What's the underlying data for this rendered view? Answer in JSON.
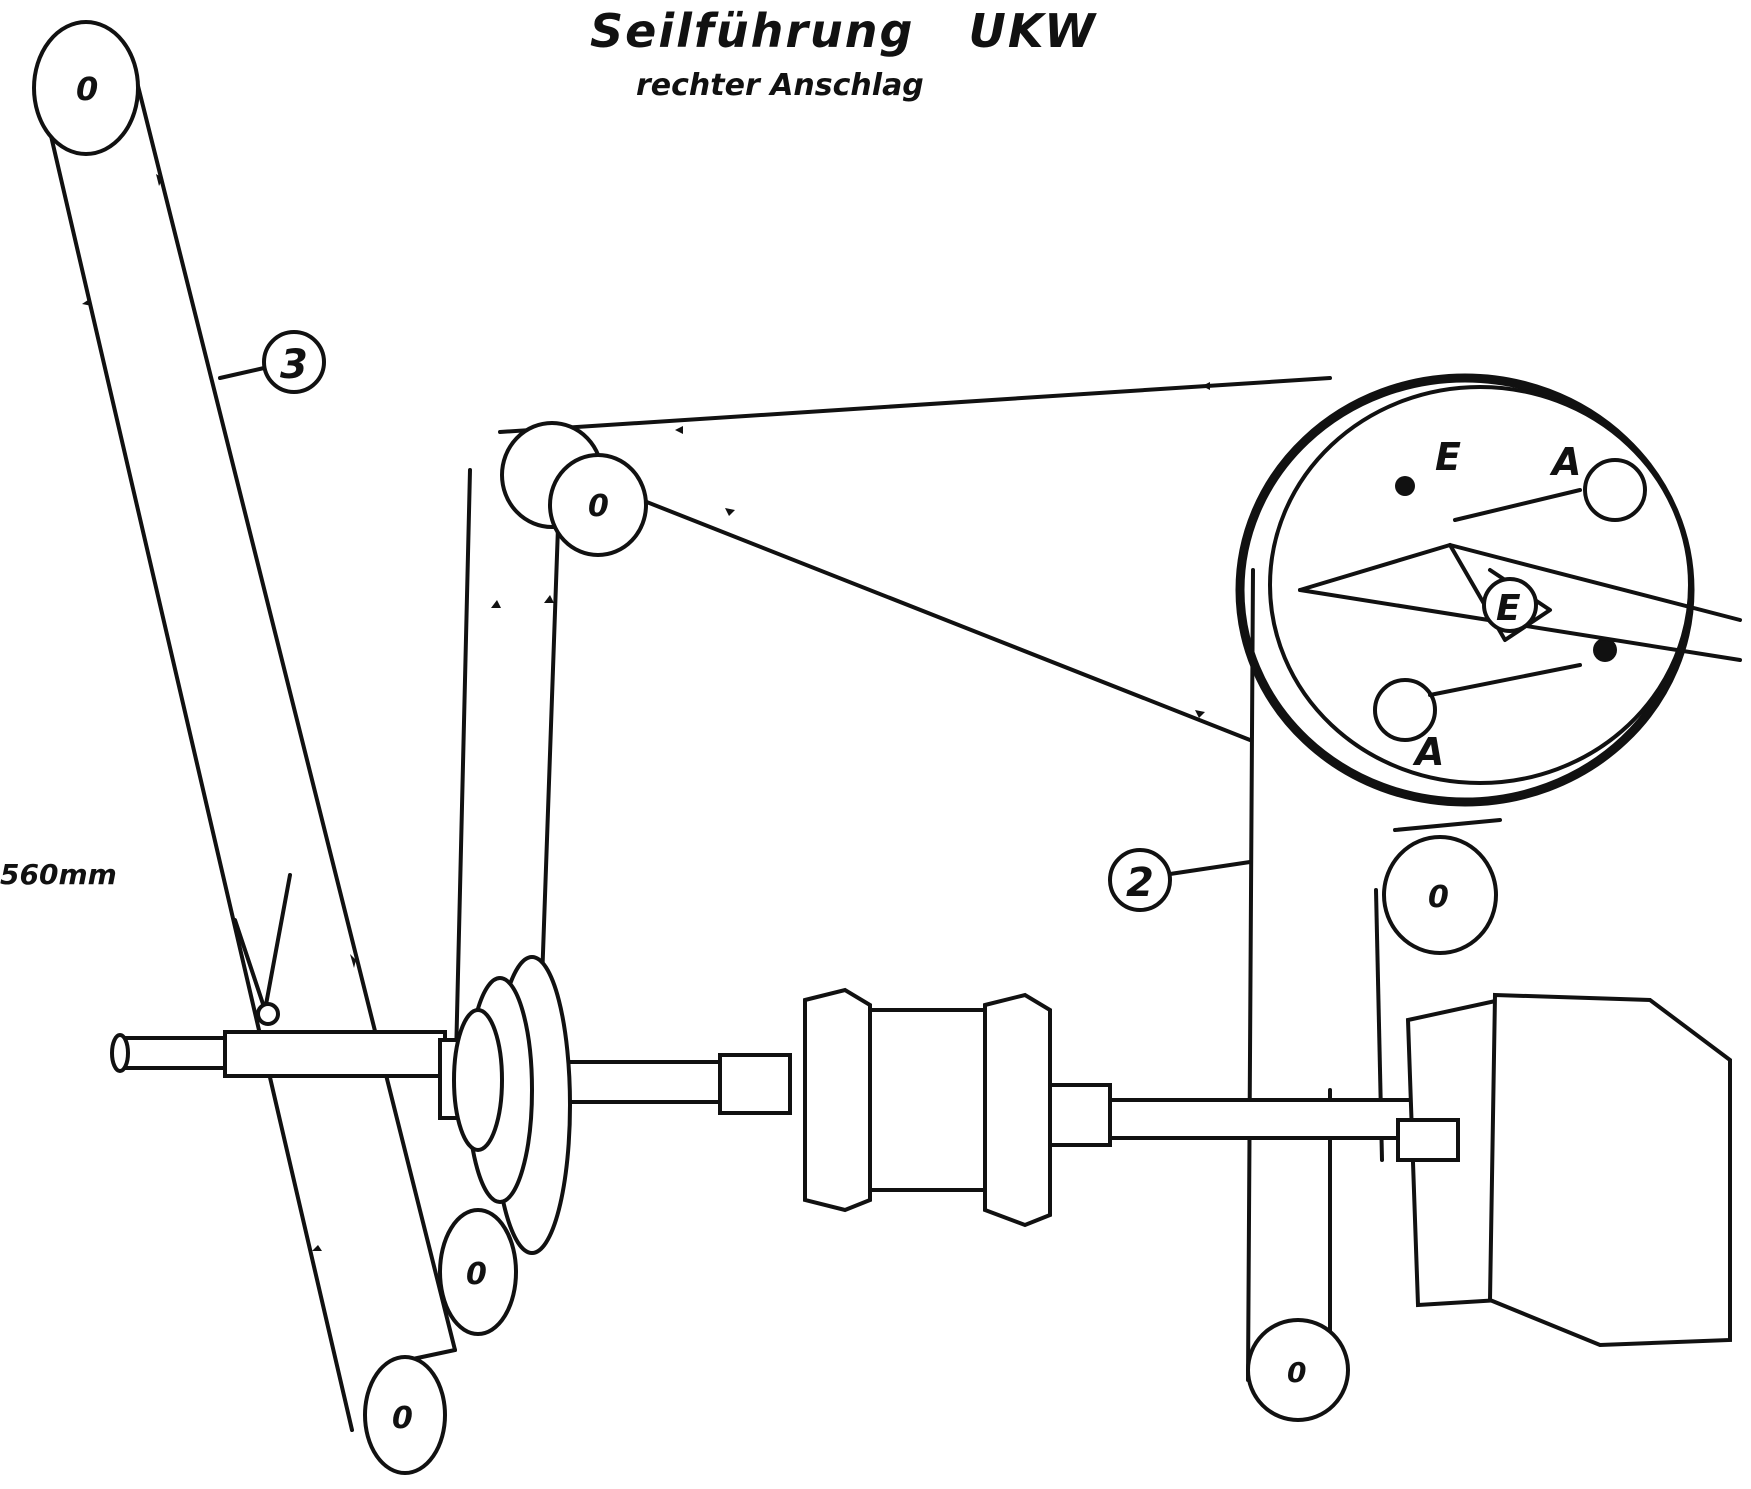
{
  "title": "Seilführung   UKW",
  "subtitle": "rechter Anschlag",
  "length_label": "560mm",
  "callouts": {
    "rope_3": "3",
    "rope_2": "2",
    "spring_end_top": "E",
    "spring_end_loop": "E",
    "spring_anchor_top": "A",
    "spring_anchor_bottom": "A"
  },
  "pulley_marks": {
    "top_left": "0",
    "lower_left_a": "0",
    "lower_left_b": "0",
    "mid_upper": "0",
    "right_lower": "0",
    "bottom_right": "0"
  }
}
